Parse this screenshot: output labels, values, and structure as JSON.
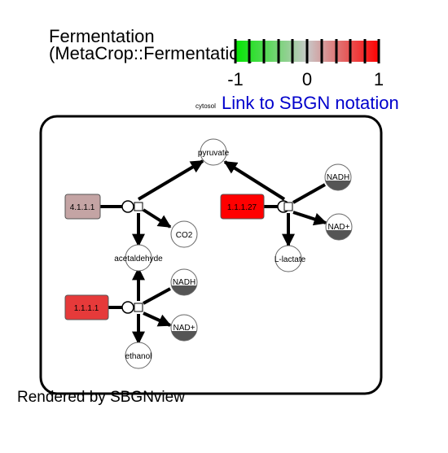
{
  "title": {
    "line1": "Fermentation",
    "line2": "(MetaCrop::Fermentation)"
  },
  "color_scale": {
    "ticks": [
      "-1",
      "0",
      "1"
    ],
    "min_color": "#00e600",
    "mid_color": "#c8c8c8",
    "max_color": "#ff0000"
  },
  "link": {
    "text": "Link to SBGN notation",
    "color": "#0000cc"
  },
  "compartment": {
    "label": "cytosol"
  },
  "nodes": {
    "pyruvate": "pyruvate",
    "acetaldehyde": "acetaldehyde",
    "ethanol": "ethanol",
    "co2": "CO2",
    "nadh_top": "NADH",
    "nad_top": "NAD+",
    "nadh_bottom": "NADH",
    "nad_bottom": "NAD+",
    "l_lactate": "L-lactate"
  },
  "enzymes": [
    {
      "label": "4.1.1.1",
      "color": "#c4a4a4"
    },
    {
      "label": "1.1.1.27",
      "color": "#ff0000"
    },
    {
      "label": "1.1.1.1",
      "color": "#e63a3a"
    }
  ],
  "footer": {
    "text": "Rendered by SBGNview"
  }
}
